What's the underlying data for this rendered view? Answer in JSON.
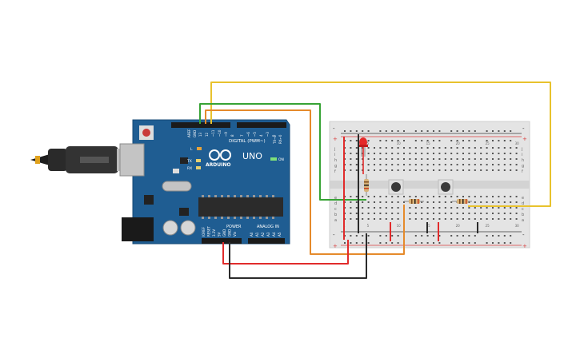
{
  "arduino": {
    "brand": "ARDUINO",
    "model": "UNO",
    "digital_label": "DIGITAL (PWM~)",
    "analog_label": "ANALOG IN",
    "power_label": "POWER",
    "on_label": "ON",
    "l_label": "L",
    "tx_label": "TX",
    "rx_label": "RX",
    "aref_label": "AREF",
    "gnd_label": "GND",
    "txpin_label": "TX→1",
    "rxpin_label": "RX←0",
    "digital_pins": [
      "13",
      "12",
      "~11",
      "~10",
      "~9",
      "8",
      "7",
      "~6",
      "~5",
      "4",
      "~3",
      "2"
    ],
    "power_pins": [
      "IOREF",
      "RESET",
      "3.3V",
      "5V",
      "GND",
      "GND",
      "Vin"
    ],
    "analog_pins": [
      "A0",
      "A1",
      "A2",
      "A3",
      "A4",
      "A5"
    ],
    "board_color": "#1f5d92"
  },
  "breadboard": {
    "rail_minus": "-",
    "rail_plus": "+",
    "row_letters_top": [
      "j",
      "i",
      "h",
      "g",
      "f"
    ],
    "row_letters_bottom": [
      "e",
      "d",
      "c",
      "b",
      "a"
    ],
    "column_numbers": [
      "1",
      "5",
      "10",
      "15",
      "20",
      "25",
      "30"
    ]
  },
  "wires": {
    "colors": {
      "yellow": "#e8c22d",
      "green": "#37a335",
      "orange": "#e58a2b",
      "red": "#e12b2b",
      "black": "#2b2b2b"
    }
  },
  "components": {
    "led_color": "#e52a2a",
    "resistor_color": "#d8b277",
    "button_color": "#3a3a3a"
  }
}
